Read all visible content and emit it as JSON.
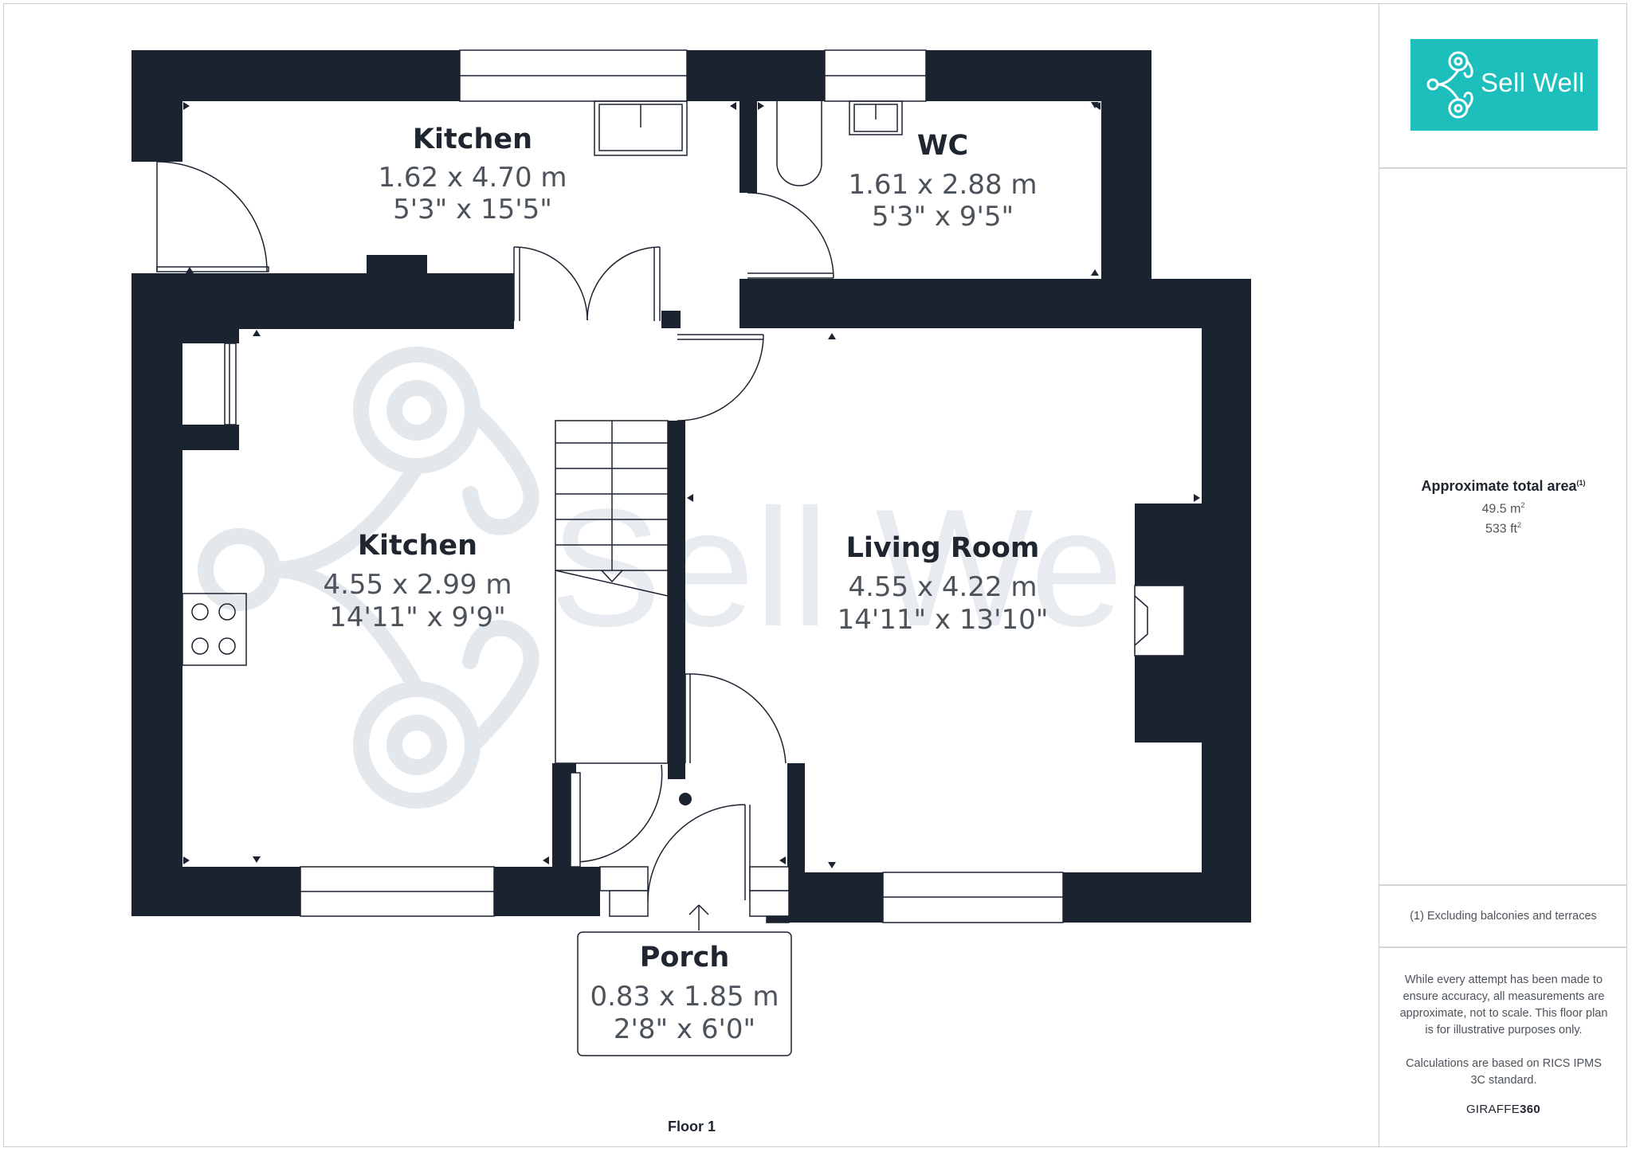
{
  "rooms": [
    {
      "name": "Kitchen",
      "metric": "1.62 x 4.70 m",
      "imperial": "5'3\" x 15'5\""
    },
    {
      "name": "WC",
      "metric": "1.61 x 2.88 m",
      "imperial": "5'3\" x 9'5\""
    },
    {
      "name": "Kitchen",
      "metric": "4.55 x 2.99 m",
      "imperial": "14'11\" x 9'9\""
    },
    {
      "name": "Living Room",
      "metric": "4.55 x 4.22 m",
      "imperial": "14'11\" x 13'10\""
    },
    {
      "name": "Porch",
      "metric": "0.83 x 1.85 m",
      "imperial": "2'8\" x 6'0\""
    }
  ],
  "floor_label": "Floor 1",
  "logo": {
    "text": "Sell Well",
    "color": "#1dbfbd"
  },
  "watermark": "Sell Well",
  "area": {
    "title": "Approximate total area",
    "title_note": "(1)",
    "metric_value": "49.5 m",
    "metric_unit_sup": "2",
    "imperial_value": "533 ft",
    "imperial_unit_sup": "2"
  },
  "footnote": "(1) Excluding balconies and terraces",
  "disclaimer": {
    "p1": "While every attempt has been made to ensure accuracy, all measurements are approximate, not to scale. This floor plan is for illustrative purposes only.",
    "p2": "Calculations are based on RICS IPMS 3C standard."
  },
  "brand": {
    "prefix": "GIRAFFE",
    "suffix": "360"
  },
  "colors": {
    "wall": "#1c2330",
    "accent": "#1dbfbd",
    "watermark": "#e3e8ed"
  }
}
